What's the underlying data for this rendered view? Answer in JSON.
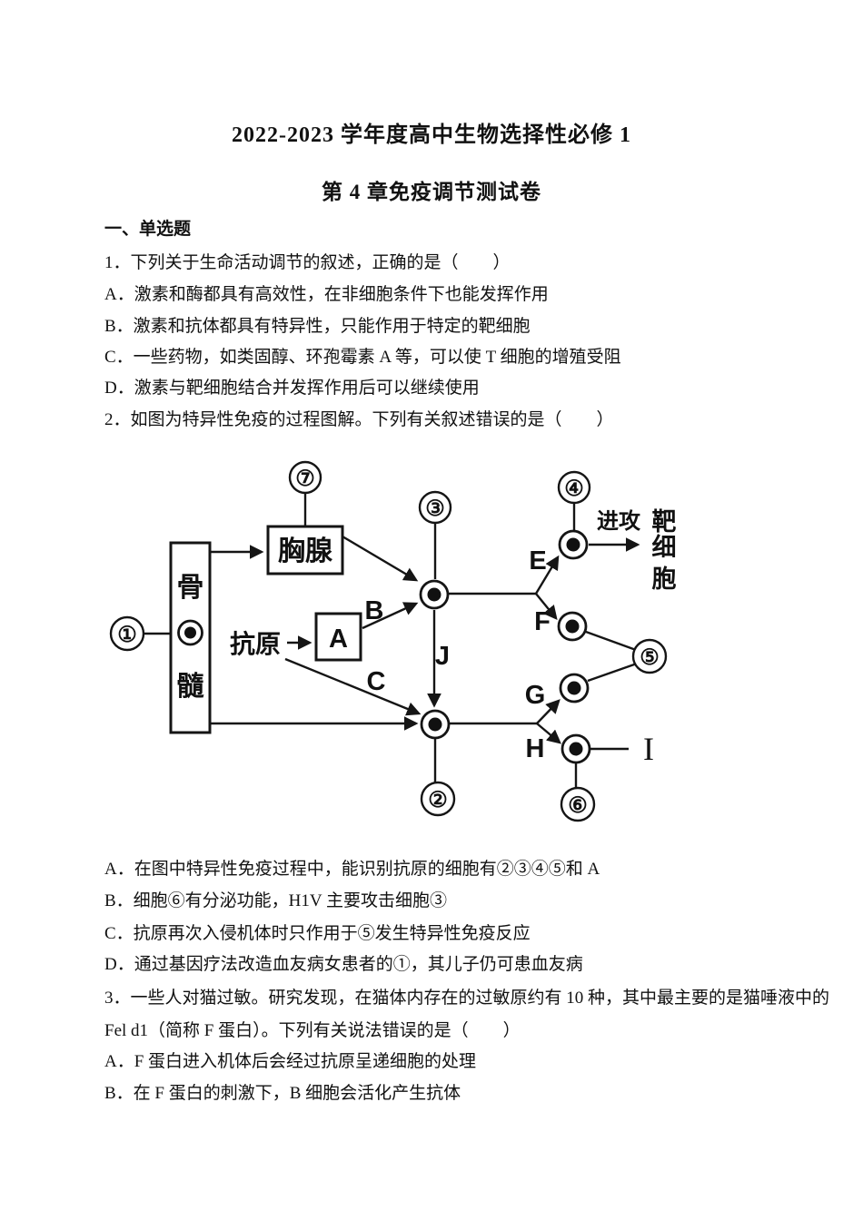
{
  "doc": {
    "title": "2022-2023 学年度高中生物选择性必修 1",
    "subtitle": "第 4 章免疫调节测试卷",
    "section": "一、单选题"
  },
  "q1": {
    "stem": "1．下列关于生命活动调节的叙述，正确的是（　　）",
    "options": [
      "A．激素和酶都具有高效性，在非细胞条件下也能发挥作用",
      "B．激素和抗体都具有特异性，只能作用于特定的靶细胞",
      "C．一些药物，如类固醇、环孢霉素 A 等，可以使 T 细胞的增殖受阻",
      "D．激素与靶细胞结合并发挥作用后可以继续使用"
    ]
  },
  "q2": {
    "stem": "2．如图为特异性免疫的过程图解。下列有关叙述错误的是（　　）",
    "options": [
      "A．在图中特异性免疫过程中，能识别抗原的细胞有②③④⑤和 A",
      "B．细胞⑥有分泌功能，H1V 主要攻击细胞③",
      "C．抗原再次入侵机体时只作用于⑤发生特异性免疫反应",
      "D．通过基因疗法改造血友病女患者的①，其儿子仍可患血友病"
    ]
  },
  "q3": {
    "stem_line1": "3．一些人对猫过敏。研究发现，在猫体内存在的过敏原约有 10 种，其中最主要的是猫唾液中的",
    "stem_line2": "Fel d1（简称 F 蛋白）。下列有关说法错误的是（　　）",
    "options": [
      "A．F 蛋白进入机体后会经过抗原呈递细胞的处理",
      "B．在 F 蛋白的刺激下，B 细胞会活化产生抗体"
    ]
  },
  "diagram": {
    "bone_marrow_char1": "骨",
    "bone_marrow_char2": "髓",
    "thymus": "胸腺",
    "antigen": "抗原",
    "cell_a": "A",
    "arrow_b": "B",
    "arrow_c": "C",
    "arrow_e": "E",
    "arrow_f": "F",
    "arrow_g": "G",
    "arrow_h": "H",
    "arrow_j": "J",
    "substance_i": "I",
    "attack": "进攻",
    "target_char1": "靶",
    "target_char2": "细",
    "target_char3": "胞",
    "n1": "①",
    "n2": "②",
    "n3": "③",
    "n4": "④",
    "n5": "⑤",
    "n6": "⑥",
    "n7": "⑦"
  }
}
